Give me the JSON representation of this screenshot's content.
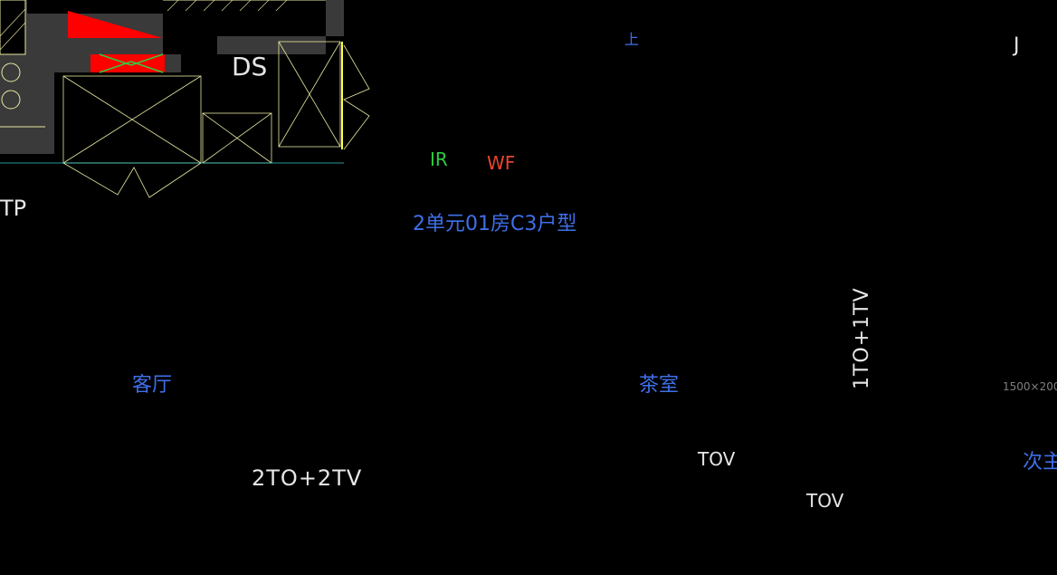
{
  "labels": {
    "ds": "DS",
    "tp": "TP",
    "ir": "IR",
    "wf": "WF",
    "j": "J",
    "up": "上",
    "unit_title": "2单元01房C3户型",
    "living_room": "客厅",
    "tea_room": "茶室",
    "second_bedroom": "次主",
    "dim": "1500×200",
    "socket_living": "2TO+2TV",
    "socket_tea_vertical": "1TO+1TV",
    "tov_left": "TOV",
    "tov_right": "TOV"
  },
  "colors": {
    "background": "#000000",
    "wall_fill": "#3a3a3a",
    "furniture_yellow": "#e8e8a0",
    "wall_cyan": "#33cccc",
    "wiring_purple": "#9933ff",
    "arrow_red": "#e83a3a",
    "label_blue": "#3f6fe8",
    "label_white": "#e6e6e6",
    "window_red": "#ff0000",
    "green": "#2ecc40"
  }
}
